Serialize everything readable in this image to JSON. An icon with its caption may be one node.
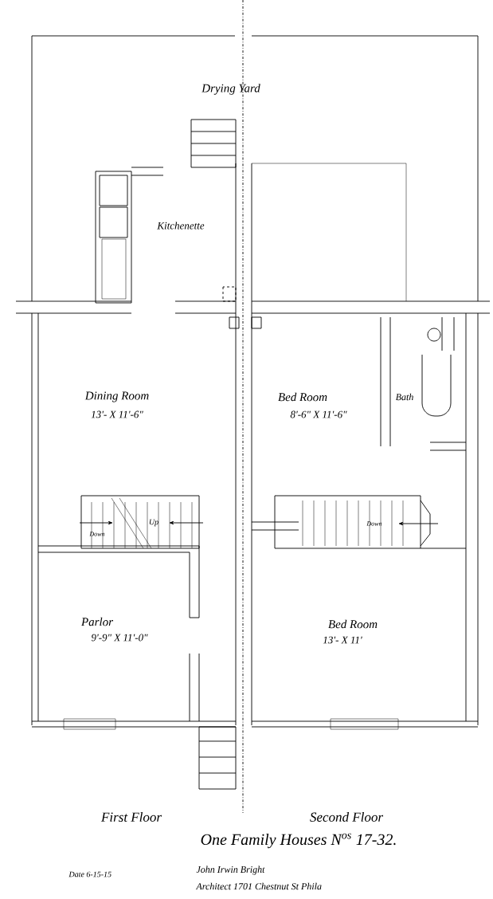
{
  "diagram": {
    "title": "One Family Houses N$^{os}$ 17-32.",
    "labels": [
      "Drying Yard",
      "Kitchenette",
      "Dining Room",
      "13'- X 11'-6\"",
      "Bed Room",
      "8'-6\" X 11'-6\"",
      "Bath",
      "Up",
      "Down",
      "Down",
      "Parlor",
      "9'-9\" X 11'-0\"",
      "Bed Room",
      "13'- X 11'",
      "First Floor",
      "Second Floor",
      "Date 6-15-15",
      "John Irwin Bright",
      "Architect 1701 Chestnut St Phila"
    ]
  }
}
